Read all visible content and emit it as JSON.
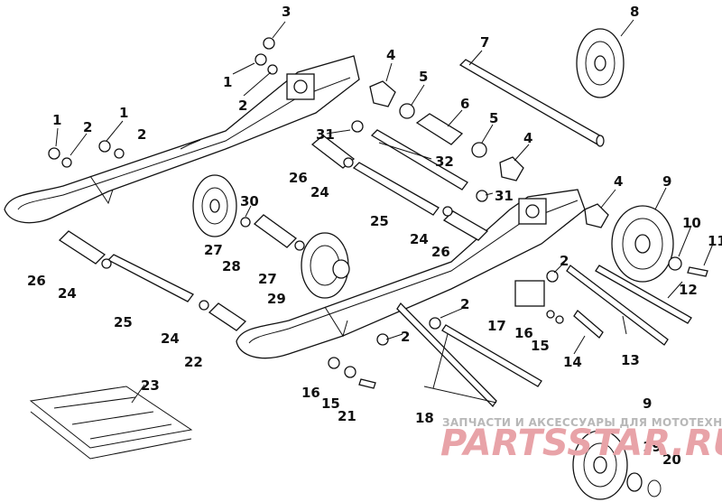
{
  "callouts": [
    "1",
    "1",
    "1",
    "2",
    "2",
    "2",
    "2",
    "2",
    "2",
    "3",
    "4",
    "4",
    "4",
    "5",
    "5",
    "6",
    "7",
    "8",
    "9",
    "9",
    "10",
    "11",
    "12",
    "13",
    "14",
    "15",
    "15",
    "16",
    "16",
    "17",
    "18",
    "19",
    "20",
    "21",
    "22",
    "23",
    "24",
    "24",
    "24",
    "24",
    "25",
    "25",
    "26",
    "26",
    "26",
    "27",
    "27",
    "28",
    "29",
    "30",
    "31",
    "31",
    "32"
  ],
  "watermark": {
    "tagline": "ЗАПЧАСТИ И АКСЕССУАРЫ ДЛЯ МОТОТЕХНИКИ",
    "brand": "PARTSSTAR.RU"
  }
}
